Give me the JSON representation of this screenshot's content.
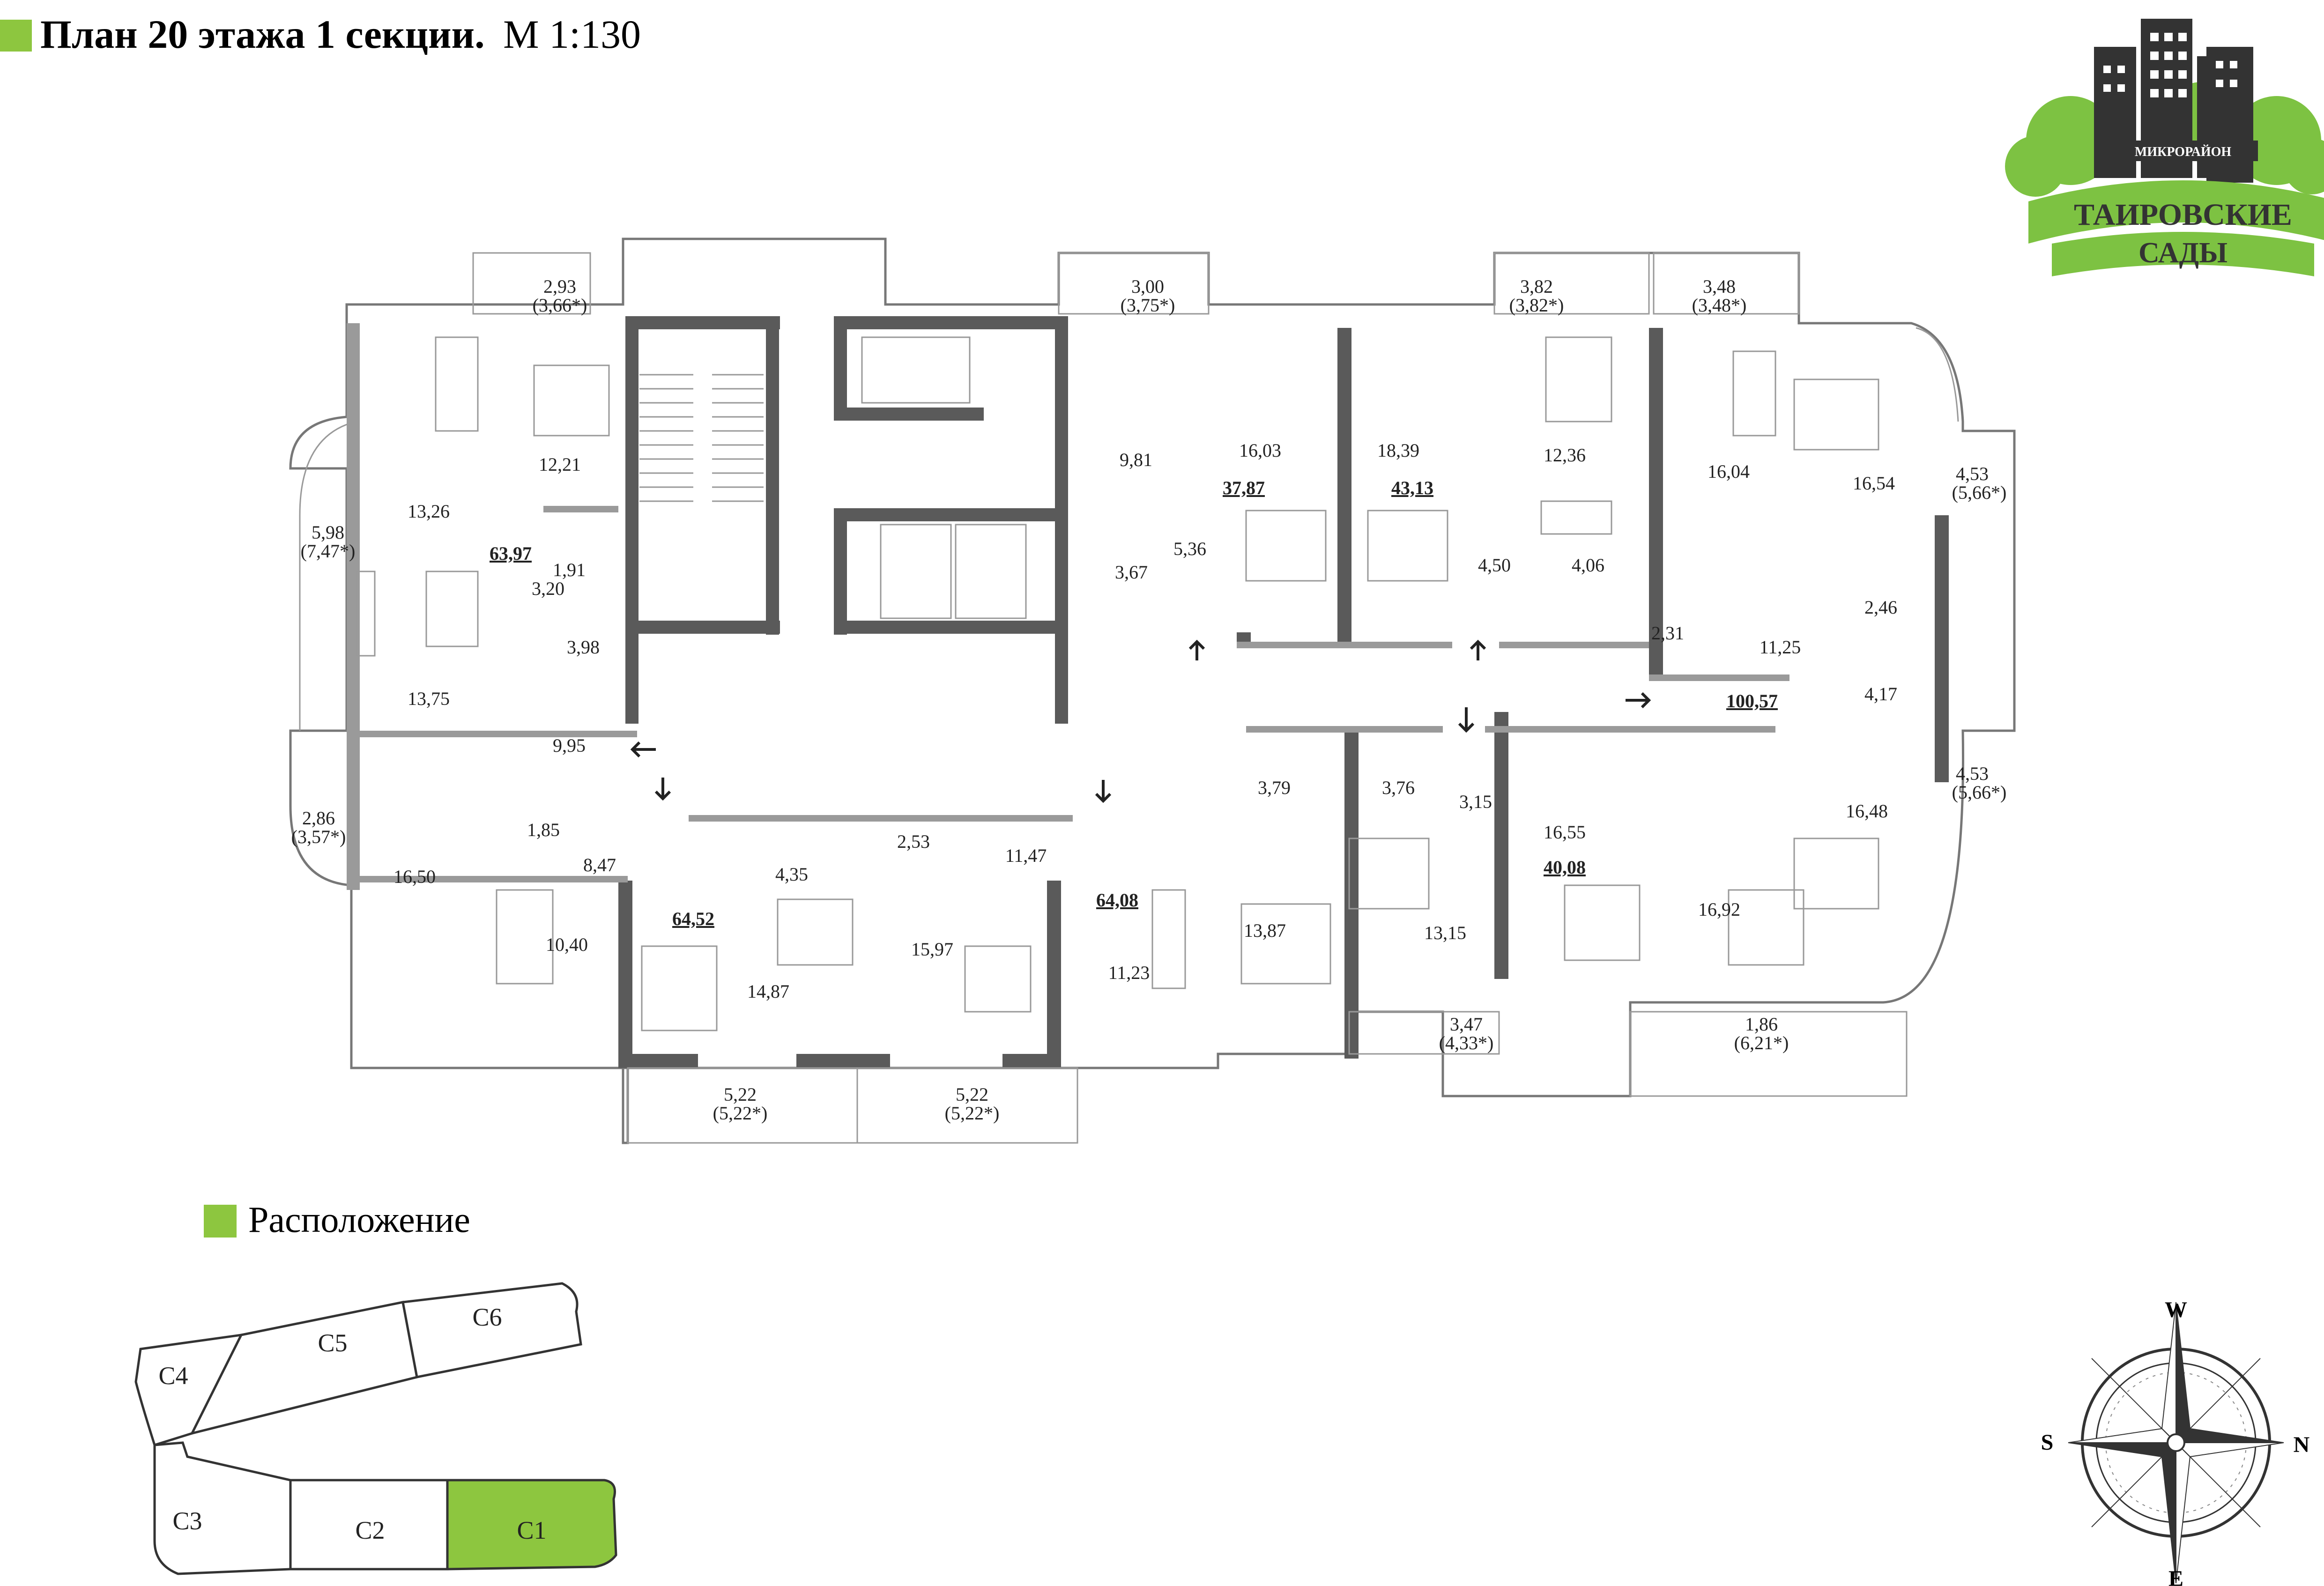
{
  "header": {
    "title_bold": "План 20 этажа 1 секции.",
    "title_scale": "М 1:130",
    "accent_color": "#8dc63f"
  },
  "logo": {
    "small": "МИКРОРАЙОН",
    "line1": "ТАИРОВСКИЕ",
    "line2": "САДЫ",
    "color_green": "#7dc242",
    "color_dark": "#333333"
  },
  "plan": {
    "totals": [
      {
        "label": "63,97"
      },
      {
        "label": "64,52"
      },
      {
        "label": "64,08"
      },
      {
        "label": "37,87"
      },
      {
        "label": "43,13"
      },
      {
        "label": "40,08"
      },
      {
        "label": "100,57"
      }
    ],
    "areas": [
      "2,93",
      "(3,66*)",
      "12,21",
      "13,26",
      "5,98",
      "(7,47*)",
      "1,91",
      "3,20",
      "3,98",
      "13,75",
      "9,95",
      "2,86",
      "(3,57*)",
      "1,85",
      "8,47",
      "16,50",
      "10,40",
      "4,35",
      "2,53",
      "11,47",
      "14,87",
      "15,97",
      "11,23",
      "5,22",
      "(5,22*)",
      "5,22",
      "(5,22*)",
      "3,00",
      "(3,75*)",
      "9,81",
      "3,67",
      "5,36",
      "16,03",
      "18,39",
      "3,82",
      "(3,82*)",
      "3,48",
      "(3,48*)",
      "12,36",
      "16,04",
      "16,54",
      "4,53",
      "(5,66*)",
      "4,50",
      "4,06",
      "2,46",
      "2,31",
      "11,25",
      "4,17",
      "4,53",
      "(5,66*)",
      "3,79",
      "3,76",
      "3,15",
      "16,55",
      "16,48",
      "13,87",
      "13,15",
      "16,92",
      "3,47",
      "(4,33*)",
      "1,86",
      "(6,21*)"
    ]
  },
  "location": {
    "title": "Расположение",
    "sections": [
      "C1",
      "C2",
      "C3",
      "C4",
      "C5",
      "C6"
    ],
    "highlight": "C1"
  },
  "compass": {
    "top": "W",
    "bottom": "E",
    "left": "S",
    "right": "N"
  }
}
